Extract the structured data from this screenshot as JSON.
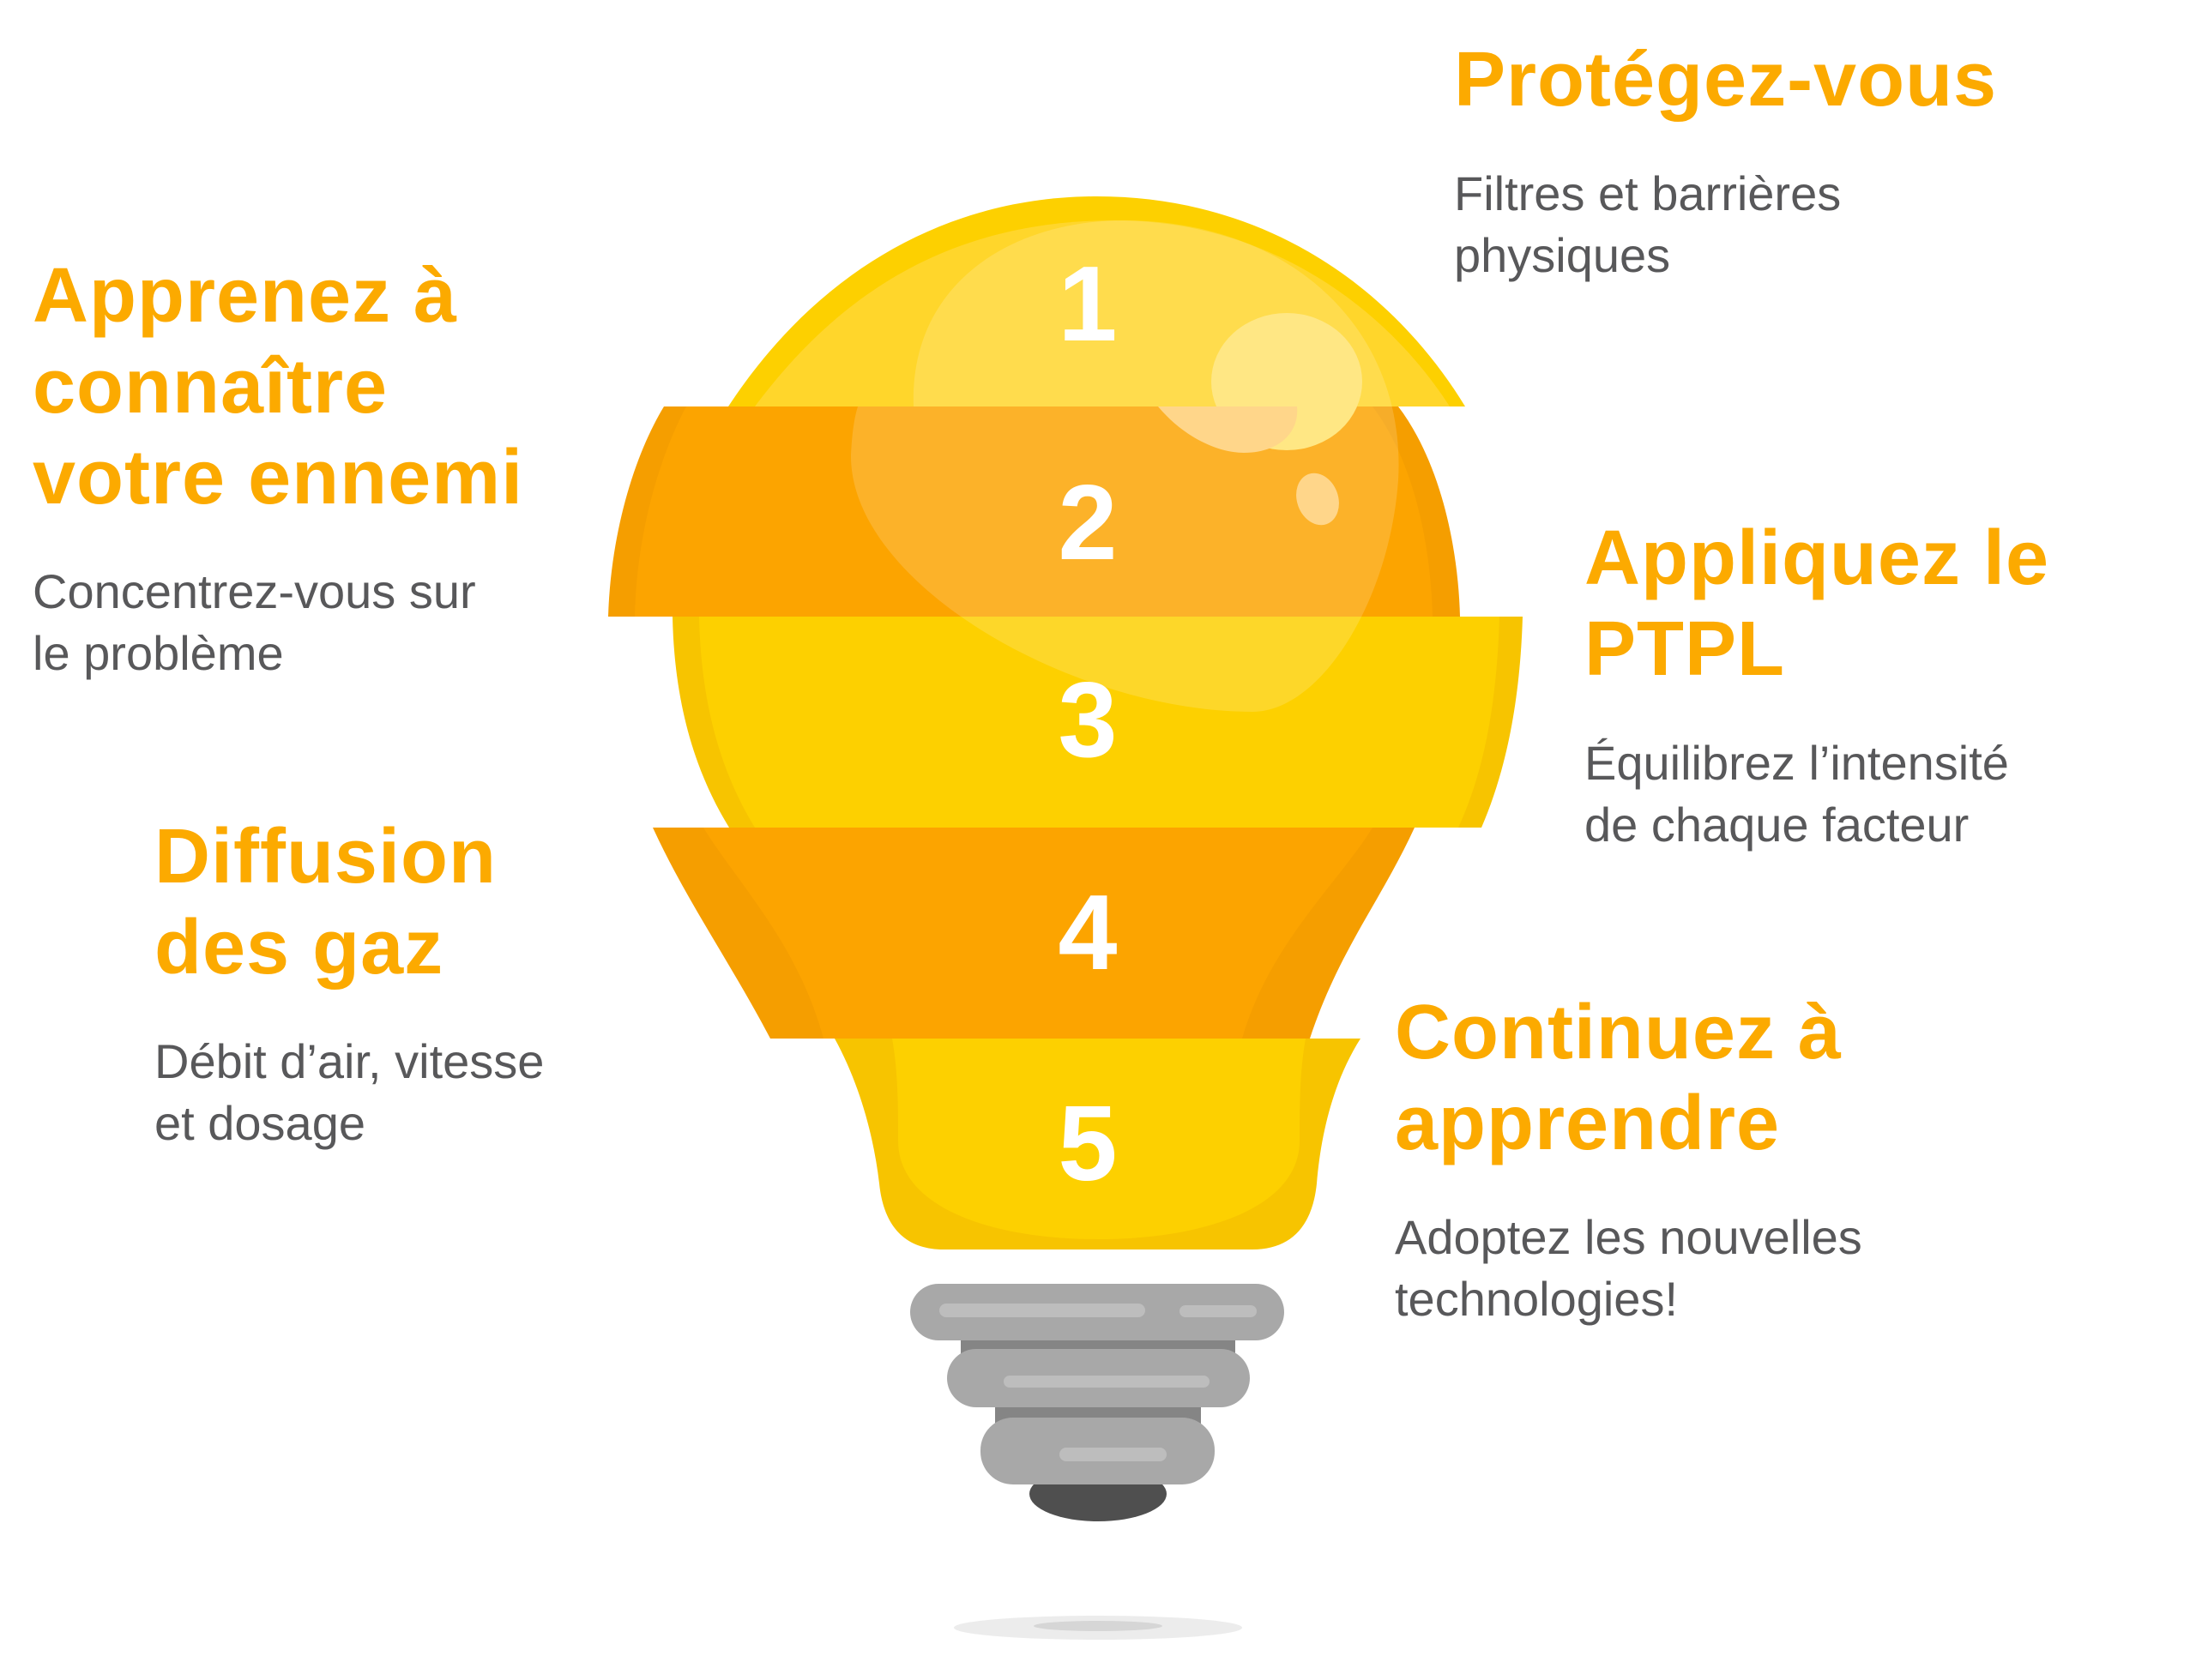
{
  "colors": {
    "title": "#FCAA00",
    "text": "#58585a",
    "yellow": "#FDD000",
    "orange": "#FCA400",
    "base_grey": "#A8A8A8"
  },
  "steps": [
    {
      "number": "1",
      "title_lines": [
        "Protégez-vous"
      ],
      "desc_lines": [
        "Filtres et barrières",
        "physiques"
      ]
    },
    {
      "number": "2",
      "title_lines": [
        "Apprenez à",
        "connaître",
        "votre ennemi"
      ],
      "desc_lines": [
        "Concentrez-vous sur",
        "le problème"
      ]
    },
    {
      "number": "3",
      "title_lines": [
        "Appliquez le",
        "PTPL"
      ],
      "desc_lines": [
        "Équilibrez l’intensité",
        "de chaque facteur"
      ]
    },
    {
      "number": "4",
      "title_lines": [
        "Diffusion",
        "des gaz"
      ],
      "desc_lines": [
        "Débit d’air, vitesse",
        "et dosage"
      ]
    },
    {
      "number": "5",
      "title_lines": [
        "Continuez à",
        "apprendre"
      ],
      "desc_lines": [
        "Adoptez les nouvelles",
        "technologies!"
      ]
    }
  ]
}
